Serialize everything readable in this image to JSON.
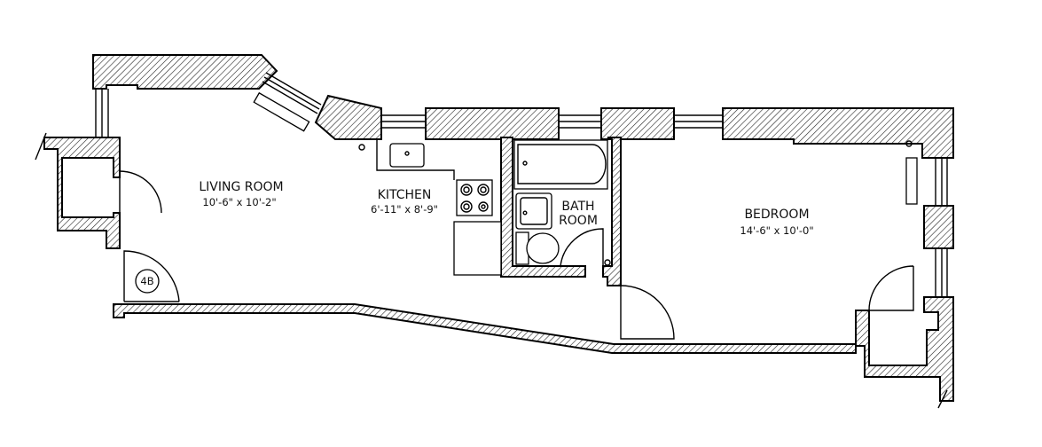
{
  "plan": {
    "unit_tag": "4B",
    "rooms": [
      {
        "name": "LIVING ROOM",
        "dimensions": "10'-6\" x 10'-2\""
      },
      {
        "name": "KITCHEN",
        "dimensions": "6'-11\" x 8'-9\""
      },
      {
        "name": "BATH",
        "name2": "ROOM"
      },
      {
        "name": "BEDROOM",
        "dimensions": "14'-6\" x 10'-0\""
      }
    ]
  }
}
